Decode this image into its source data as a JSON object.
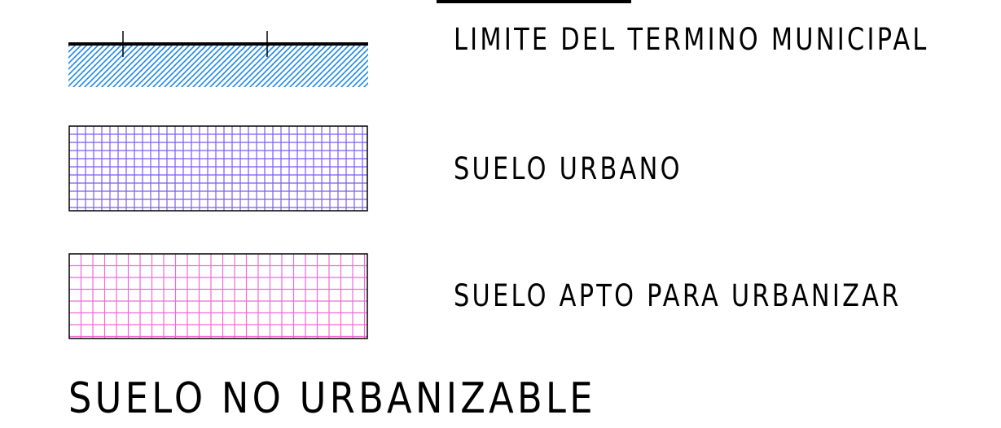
{
  "legend": {
    "items": [
      {
        "label": "LIMITE DEL TERMINO MUNICIPAL",
        "pattern": "diagonal-hatch",
        "color": "#1e88e5"
      },
      {
        "label": "SUELO URBANO",
        "pattern": "grid",
        "color": "#7b5cf0"
      },
      {
        "label": "SUELO APTO PARA URBANIZAR",
        "pattern": "grid",
        "color": "#f06ad8"
      }
    ]
  },
  "heading": "SUELO NO URBANIZABLE",
  "colors": {
    "line": "#000000",
    "hatch": "#1e88e5",
    "urban_grid": "#7b5cf0",
    "urbanizable_grid": "#f06ad8"
  }
}
